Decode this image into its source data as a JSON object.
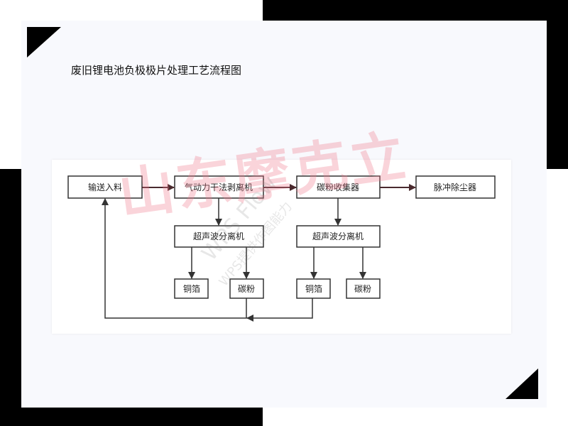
{
  "title": "废旧锂电池负极极片处理工艺流程图",
  "nodes": {
    "feed": "输送入料",
    "stripper": "气动力干法剥离机",
    "collector": "碳粉收集器",
    "dust": "脉冲除尘器",
    "sep1": "超声波分离机",
    "sep2": "超声波分离机",
    "cu1": "铜箔",
    "c1": "碳粉",
    "cu2": "铜箔",
    "c2": "碳粉"
  },
  "watermark": {
    "brand": "山东摩克立",
    "tool": "WPS Flow",
    "tool_sub": "WPS提供作图能力"
  },
  "colors": {
    "line": "#333333",
    "arrow_dark_red": "#4a2a2e",
    "watermark": "#f0788c"
  }
}
